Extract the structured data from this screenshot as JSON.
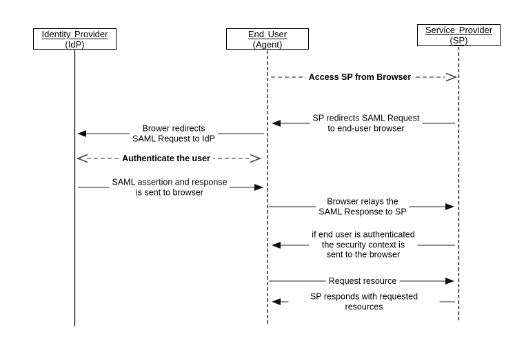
{
  "diagram": {
    "type": "sequence-diagram",
    "actors": [
      {
        "name": "Identity Provider (IdP)",
        "label": "Identity Provider\n(IdP)"
      },
      {
        "name": "End User (Agent)",
        "label": "End User\n(Agent)"
      },
      {
        "name": "Service Provider (SP)",
        "label": "Service Provider\n(SP)"
      }
    ],
    "lifelines": [
      {
        "actor": "Identity Provider (IdP)",
        "style": "solid"
      },
      {
        "actor": "End User (Agent)",
        "style": "dashed"
      },
      {
        "actor": "Service Provider (SP)",
        "style": "dashed"
      }
    ],
    "messages": [
      {
        "text": "Access SP from Browser",
        "from": "End User (Agent)",
        "to": "Service Provider (SP)",
        "direction": "right",
        "line_style": "dashed",
        "arrowhead": "open",
        "emphasis": "bold"
      },
      {
        "text": "SP redirects SAML Request\nto end-user browser",
        "from": "Service Provider (SP)",
        "to": "End User (Agent)",
        "direction": "left",
        "line_style": "solid",
        "arrowhead": "filled",
        "emphasis": "normal"
      },
      {
        "text": "Brower redirects\nSAML Request to IdP",
        "from": "End User (Agent)",
        "to": "Identity Provider (IdP)",
        "direction": "left",
        "line_style": "solid",
        "arrowhead": "filled",
        "emphasis": "normal"
      },
      {
        "text": "Authenticate the user",
        "from": "Identity Provider (IdP)",
        "to": "End User (Agent)",
        "direction": "bidirectional",
        "line_style": "dashed",
        "arrowhead": "open",
        "emphasis": "bold"
      },
      {
        "text": "SAML assertion and response\nis sent to browser",
        "from": "Identity Provider (IdP)",
        "to": "End User (Agent)",
        "direction": "right",
        "line_style": "solid",
        "arrowhead": "filled",
        "emphasis": "normal"
      },
      {
        "text": "Browser relays the\nSAML Response to SP",
        "from": "End User (Agent)",
        "to": "Service Provider (SP)",
        "direction": "right",
        "line_style": "solid",
        "arrowhead": "filled",
        "emphasis": "normal"
      },
      {
        "text": "if end user is authenticated\nthe security context is\nsent to the browser",
        "from": "Service Provider (SP)",
        "to": "End User (Agent)",
        "direction": "left",
        "line_style": "solid",
        "arrowhead": "filled",
        "emphasis": "normal"
      },
      {
        "text": "Request resource",
        "from": "End User (Agent)",
        "to": "Service Provider (SP)",
        "direction": "right",
        "line_style": "solid",
        "arrowhead": "filled",
        "emphasis": "normal"
      },
      {
        "text": "SP responds with requested resources",
        "from": "Service Provider (SP)",
        "to": "End User (Agent)",
        "direction": "left",
        "line_style": "solid",
        "arrowhead": "filled",
        "emphasis": "normal"
      }
    ],
    "colors": {
      "message_line": "#7f7f7f",
      "arrowhead_fill": "#111111",
      "open_arrowhead_stroke": "#444444",
      "lifeline": "#000000",
      "box_border": "#000000",
      "background": "#ffffff"
    }
  }
}
